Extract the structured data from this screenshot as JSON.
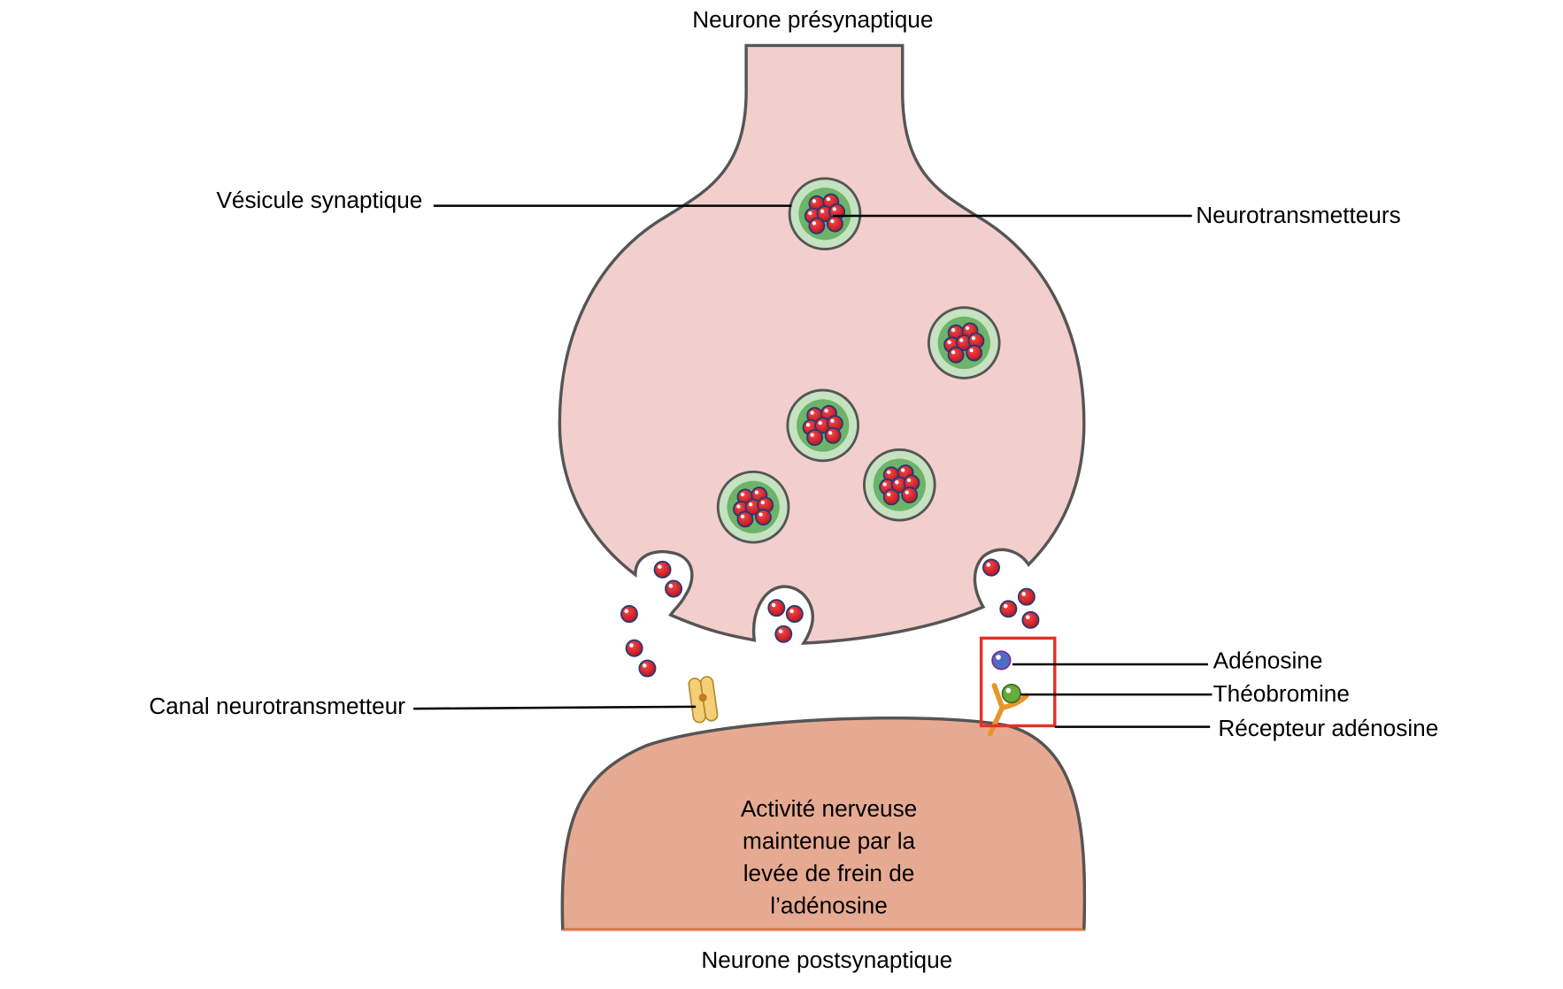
{
  "labels": {
    "presynaptic": "Neurone présynaptique",
    "postsynaptic": "Neurone postsynaptique",
    "vesicle": "Vésicule synaptique",
    "neurotransmitters": "Neurotransmetteurs",
    "channel": "Canal neurotransmetteur",
    "adenosine": "Adénosine",
    "theobromine": "Théobromine",
    "receptor": "Récepteur adénosine"
  },
  "postsynaptic_text": [
    "Activité nerveuse",
    "maintenue par la",
    "levée de frein de",
    "l’adénosine"
  ],
  "colors": {
    "presynaptic_fill": "#f2cfcd",
    "postsynaptic_fill": "#e6aa92",
    "membrane": "#555555",
    "neurotransmitter": "#d0202a",
    "vesicle_outer": "#c5e2c1",
    "vesicle_inner": "#6db36a",
    "adenosine": "#4f6cc4",
    "theobromine": "#6aaa3c",
    "receptor": "#f0a830",
    "highlight_box": "#e43026"
  }
}
